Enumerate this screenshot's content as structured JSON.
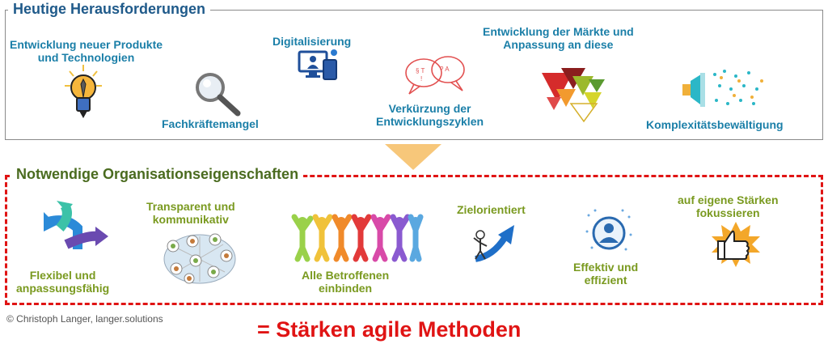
{
  "top_section": {
    "title": "Heutige Herausforderungen",
    "items": [
      {
        "line1": "Entwicklung neuer Produkte",
        "line2": "und Technologien",
        "icon": "lightbulb-icon"
      },
      {
        "line1": "Fachkräftemangel",
        "line2": "",
        "icon": "magnifier-icon"
      },
      {
        "line1": "Digitalisierung",
        "line2": "",
        "icon": "digital-devices-icon"
      },
      {
        "line1": "Verkürzung der",
        "line2": "Entwicklungszyklen",
        "icon": "speech-bubbles-icon"
      },
      {
        "line1": "Entwicklung der Märkte und",
        "line2": "Anpassung an diese",
        "icon": "triangles-icon"
      },
      {
        "line1": "Komplexitätsbewältigung",
        "line2": "",
        "icon": "megaphone-icon"
      }
    ]
  },
  "bottom_section": {
    "title": "Notwendige Organisationseigenschaften",
    "items": [
      {
        "line1": "Flexibel und",
        "line2": "anpassungsfähig",
        "icon": "arrows-icon"
      },
      {
        "line1": "Transparent und",
        "line2": "kommunikativ",
        "icon": "network-globe-icon"
      },
      {
        "line1": "Alle Betroffenen",
        "line2": "einbinden",
        "icon": "people-icon"
      },
      {
        "line1": "Zielorientiert",
        "line2": "",
        "icon": "upward-arrow-icon"
      },
      {
        "line1": "Effektiv und",
        "line2": "effizient",
        "icon": "person-circle-icon"
      },
      {
        "line1": "auf eigene Stärken",
        "line2": "fokussieren",
        "icon": "thumbs-up-icon"
      }
    ]
  },
  "copyright": "© Christoph Langer, langer.solutions",
  "result": "= Stärken agile Methoden",
  "colors": {
    "blue": "#1b7fa8",
    "green": "#7a9a20",
    "red": "#e01414",
    "arrow": "#f7c77a",
    "heading_blue": "#1f5a8a",
    "heading_green": "#4a6b1f"
  }
}
